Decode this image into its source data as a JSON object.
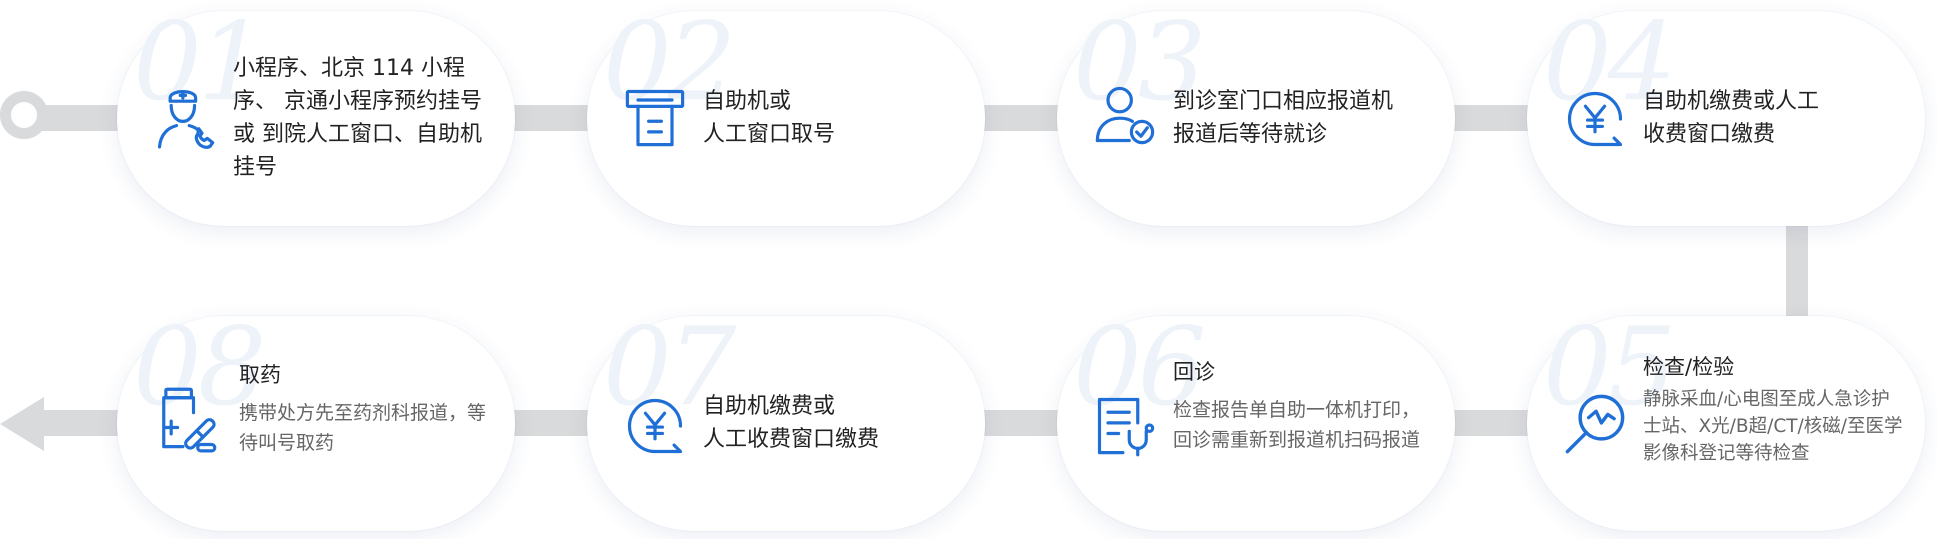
{
  "colors": {
    "accent": "#1f6fd6",
    "connector": "#d9dadb",
    "number": "#eef3fa"
  },
  "steps": [
    {
      "number": "01",
      "icon": "nurse-phone-icon",
      "text": "小程序、北京 114 小程序、 京通小程序预约挂号或 到院人工窗口、自助机挂号"
    },
    {
      "number": "02",
      "icon": "ticket-machine-icon",
      "lines": [
        "自助机或",
        "人工窗口取号"
      ]
    },
    {
      "number": "03",
      "icon": "user-check-icon",
      "lines": [
        "到诊室门口相应报道机",
        "报道后等待就诊"
      ]
    },
    {
      "number": "04",
      "icon": "yuan-payment-icon",
      "lines": [
        "自助机缴费或人工",
        "收费窗口缴费"
      ]
    },
    {
      "number": "05",
      "icon": "magnifier-pulse-icon",
      "title": "检查/检验",
      "desc": "静脉采血/心电图至成人急诊护士站、X光/B超/CT/核磁/至医学影像科登记等待检查"
    },
    {
      "number": "06",
      "icon": "report-stethoscope-icon",
      "title": "回诊",
      "desc": "检查报告单自助一体机打印，回诊需重新到报道机扫码报道"
    },
    {
      "number": "07",
      "icon": "yuan-payment-icon",
      "lines": [
        "自助机缴费或",
        "人工收费窗口缴费"
      ]
    },
    {
      "number": "08",
      "icon": "medicine-pills-icon",
      "title": "取药",
      "desc": "携带处方先至药剂科报道，等待叫号取药"
    }
  ]
}
